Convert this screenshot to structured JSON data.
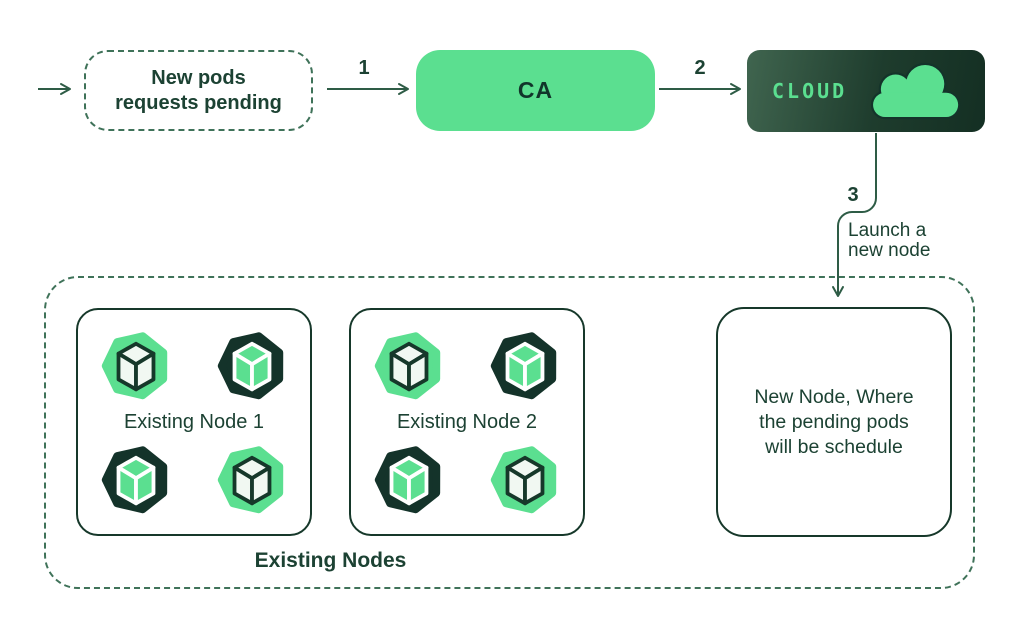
{
  "colors": {
    "accent_green": "#5BDF90",
    "deep_green": "#14332A",
    "text_green": "#1C4233",
    "line_green": "#2E5C46",
    "dash_green": "#3F7259",
    "node_border": "#16382A",
    "cube_face": "#F1F8F2",
    "cloud_grad_start": "#40654F",
    "cloud_grad_mid": "#1E3C2D",
    "cloud_grad_end": "#142F23",
    "canvas_bg": "#FFFFFF"
  },
  "icons": {
    "cloud": "cloud-icon",
    "pod_light": "pod-cube-light-icon",
    "pod_dark": "pod-cube-dark-icon",
    "arrows": "chevron-arrow-icon"
  },
  "flow": {
    "pending": {
      "lines": [
        "New pods",
        "requests pending"
      ]
    },
    "steps": {
      "one": "1",
      "two": "2",
      "three": "3"
    },
    "ca": {
      "label": "CA"
    },
    "cloud": {
      "label": "CLOUD"
    },
    "launch": {
      "lines": [
        "Launch a",
        "new node"
      ]
    }
  },
  "cluster": {
    "group_label": "Existing Nodes",
    "nodes": [
      {
        "label": "Existing Node 1",
        "pods": [
          "light",
          "dark",
          "dark",
          "light"
        ]
      },
      {
        "label": "Existing Node 2",
        "pods": [
          "light",
          "dark",
          "dark",
          "light"
        ]
      }
    ],
    "new_node": {
      "lines": [
        "New Node, Where",
        "the pending pods",
        "will be schedule"
      ]
    }
  }
}
